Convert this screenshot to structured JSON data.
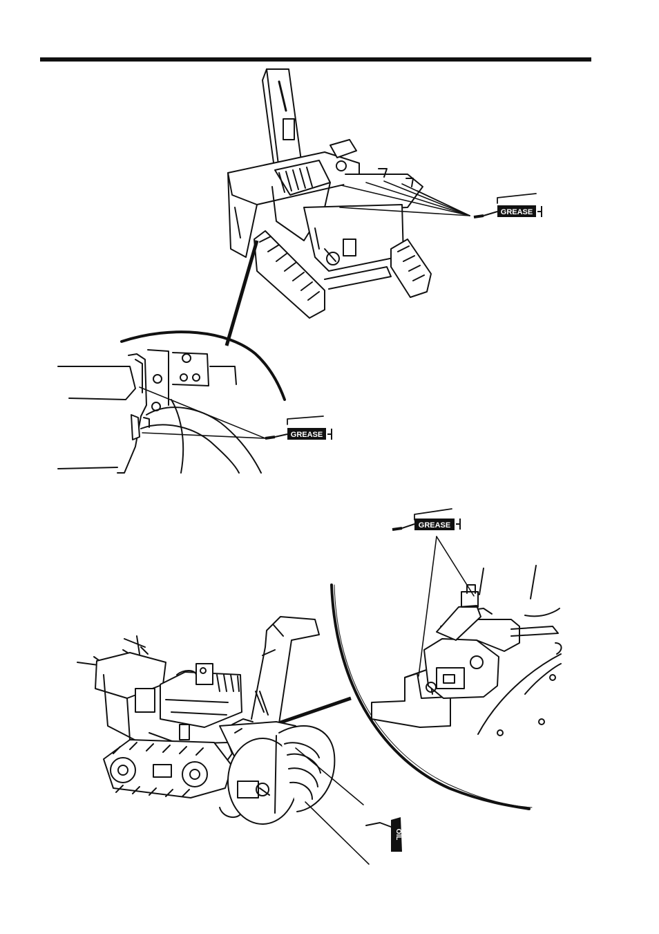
{
  "labels": {
    "grease_top": "GREASE",
    "grease_middle": "GREASE",
    "grease_bottom": "GREASE",
    "oil": "OIL"
  },
  "colors": {
    "ink": "#111111",
    "paper": "#ffffff"
  }
}
